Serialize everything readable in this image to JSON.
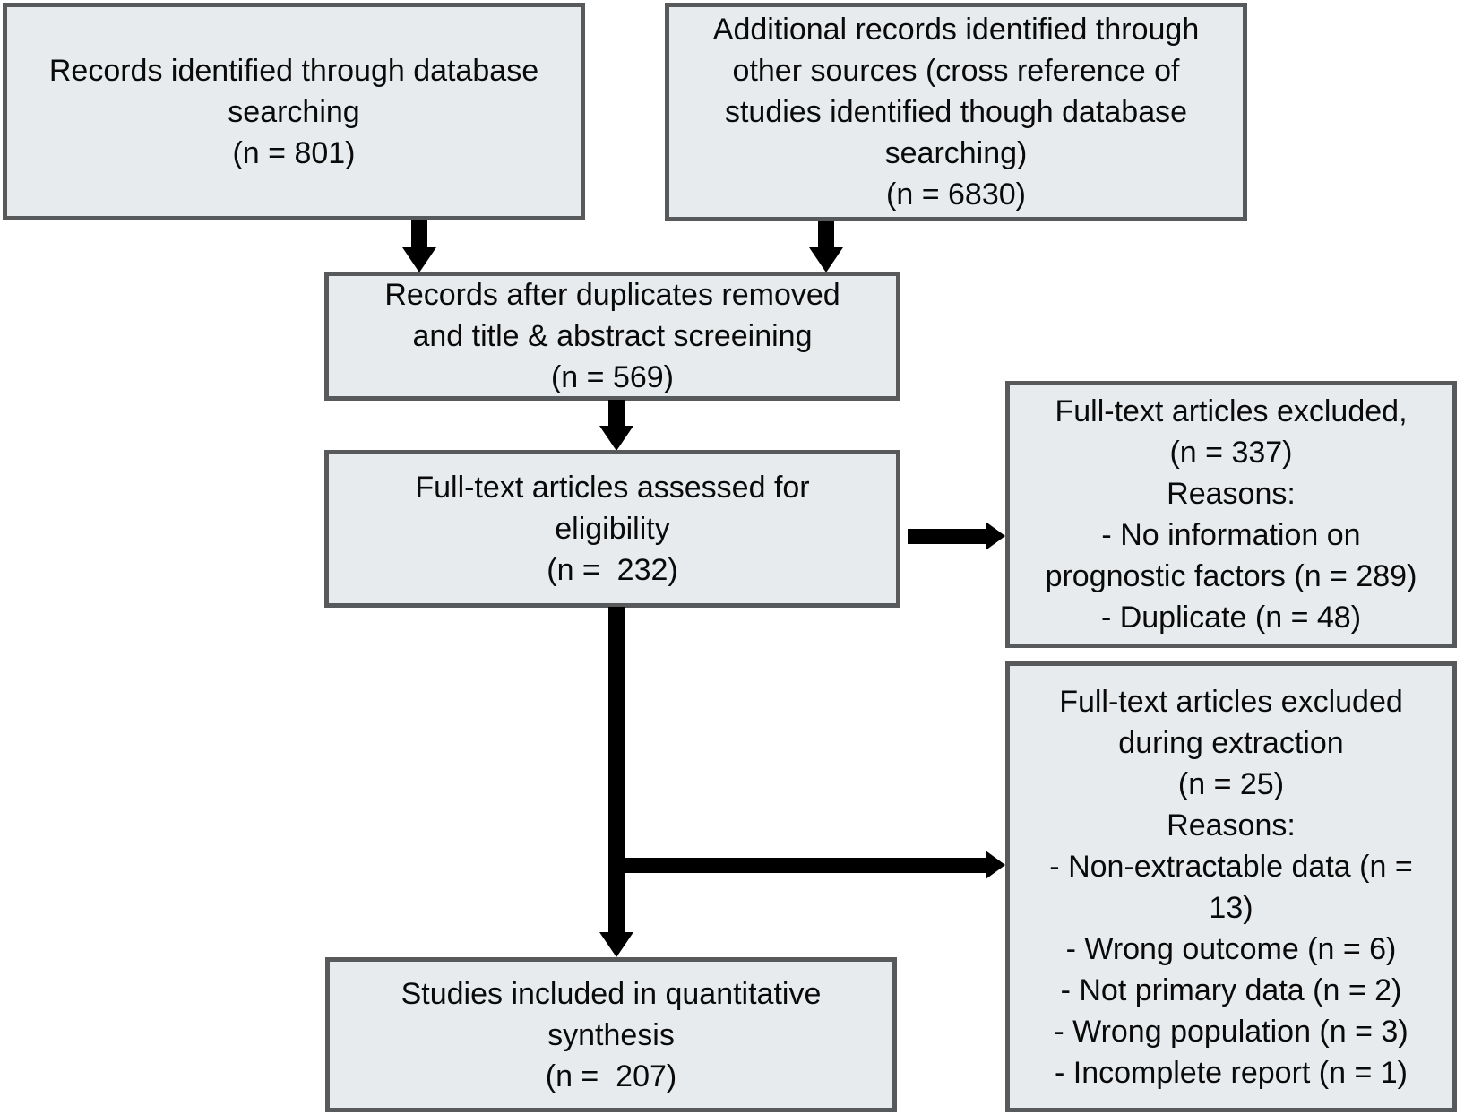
{
  "colors": {
    "background": "#ffffff",
    "box_fill": "#e7ebed",
    "box_border": "#58595b",
    "arrow": "#000000",
    "text": "#0a0a0a"
  },
  "boxes": {
    "identified_database": {
      "text": "Records identified through database\nsearching\n(n = 801)",
      "n": 801
    },
    "additional_other_sources": {
      "text": "Additional records identified through\nother sources (cross reference of\nstudies identified though database\nsearching)\n(n = 6830)",
      "n": 6830
    },
    "after_duplicates_removed": {
      "text": "Records after duplicates removed\nand title & abstract screeining\n(n = 569)",
      "n": 569
    },
    "full_text_assessed": {
      "text": "Full-text articles assessed for\neligibility\n(n =  232)",
      "n": 232
    },
    "full_text_excluded": {
      "text": "Full-text articles excluded,\n(n = 337)\nReasons:\n- No information on\nprognostic factors (n = 289)\n- Duplicate (n = 48)",
      "n": 337,
      "reasons": [
        {
          "label": "No information on prognostic factors",
          "n": 289
        },
        {
          "label": "Duplicate",
          "n": 48
        }
      ]
    },
    "excluded_during_extraction": {
      "text": "Full-text articles excluded\nduring extraction\n(n = 25)\nReasons:\n- Non-extractable data (n =\n13)\n- Wrong outcome (n = 6)\n- Not primary data (n = 2)\n- Wrong population (n = 3)\n- Incomplete report (n = 1)",
      "n": 25,
      "reasons": [
        {
          "label": "Non-extractable data",
          "n": 13
        },
        {
          "label": "Wrong outcome",
          "n": 6
        },
        {
          "label": "Not primary data",
          "n": 2
        },
        {
          "label": "Wrong population",
          "n": 3
        },
        {
          "label": "Incomplete report",
          "n": 1
        }
      ]
    },
    "included_quantitative_synthesis": {
      "text": "Studies included in quantitative\nsynthesis\n(n =  207)",
      "n": 207
    }
  }
}
